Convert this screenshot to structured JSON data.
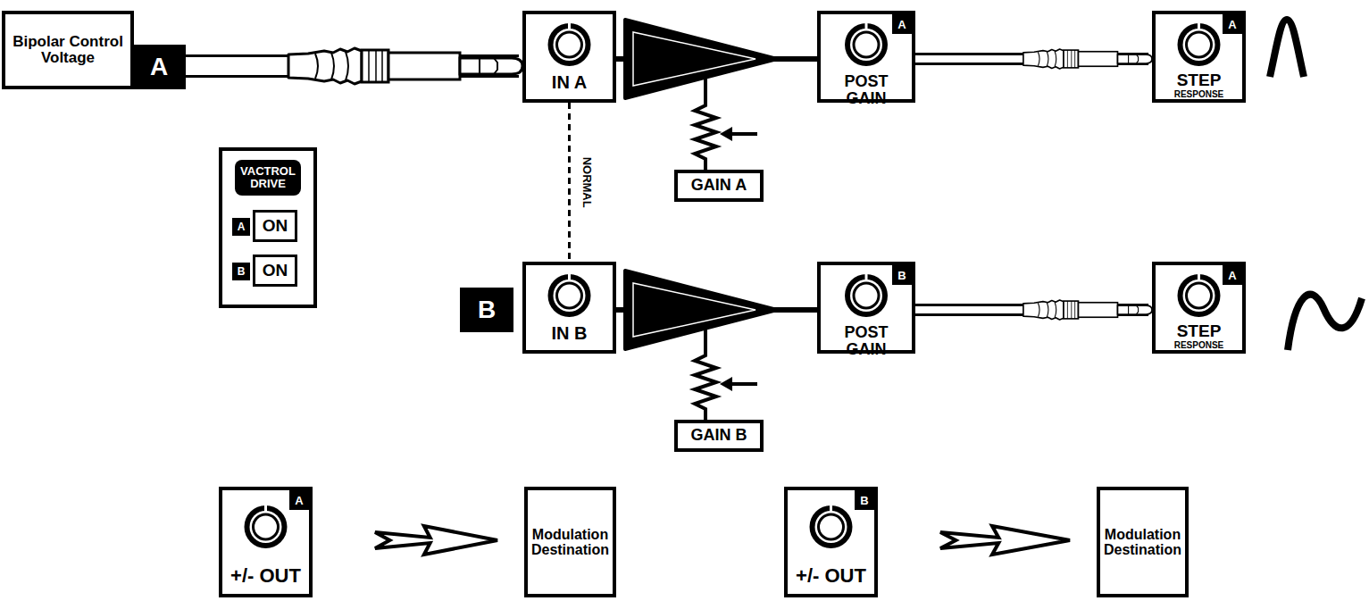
{
  "diagram": {
    "nodes": [
      {
        "text": [
          "Bipolar Control Voltage"
        ]
      },
      {
        "text": [
          "IN A"
        ]
      },
      {
        "text": [
          "POST GAIN"
        ]
      },
      {
        "text": [
          "STEP",
          "RESPONSE"
        ]
      },
      {
        "text": [
          "VACTROL DRIVE"
        ]
      },
      {
        "text": [
          "ON"
        ],
        "in": 4
      },
      {
        "text": [
          "ON"
        ],
        "in": 4
      },
      {
        "text": [
          "GAIN A"
        ]
      },
      {
        "text": [
          "IN B"
        ]
      },
      {
        "text": [
          "POST GAIN"
        ]
      },
      {
        "text": [
          "STEP",
          "RESPONSE"
        ]
      },
      {
        "text": [
          "GAIN B"
        ]
      },
      {
        "text": [
          "+/- OUT"
        ]
      },
      {
        "text": [
          "Modulation Destination"
        ]
      },
      {
        "text": [
          "+/- OUT"
        ]
      },
      {
        "text": [
          "Modulation Destination"
        ]
      }
    ],
    "edges": [
      {
        "from": 0,
        "to": 1,
        "arrow": "none"
      },
      {
        "from": 1,
        "to": 2,
        "arrow": "none"
      },
      {
        "from": 2,
        "to": 3,
        "arrow": "none"
      },
      {
        "from": 1,
        "to": 8,
        "label": "NORMAL",
        "arrow": "none"
      },
      {
        "from": 8,
        "to": 9,
        "arrow": "none"
      },
      {
        "from": 9,
        "to": 10,
        "arrow": "none"
      },
      {
        "from": 12,
        "to": 13,
        "arrow": "to"
      },
      {
        "from": 14,
        "to": 15,
        "arrow": "to"
      }
    ],
    "labels": [
      "A",
      "A",
      "A",
      "A",
      "B",
      "B",
      "B",
      "A",
      "A",
      "B"
    ]
  }
}
